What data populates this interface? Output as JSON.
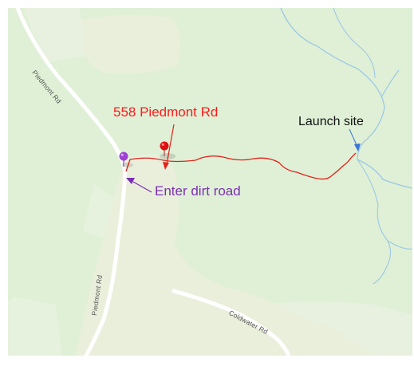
{
  "map": {
    "colors": {
      "land": "#dff0d6",
      "field": "#eaefdc",
      "road": "#ffffff",
      "water": "#9cc7e5",
      "route": "#e2231a",
      "address_marker": "#e00f0f",
      "entry_marker": "#9e3fd6"
    },
    "annotations": {
      "address": "558 Piedmont Rd",
      "launch": "Launch site",
      "enter": "Enter dirt road"
    },
    "roads": {
      "piedmont_upper": "Piedmont Rd",
      "piedmont_lower": "Piedmont Rd",
      "coldwater": "Coldwater Rd"
    },
    "icons": {
      "address_marker": "red-map-pin",
      "entry_marker": "purple-map-pin"
    }
  }
}
